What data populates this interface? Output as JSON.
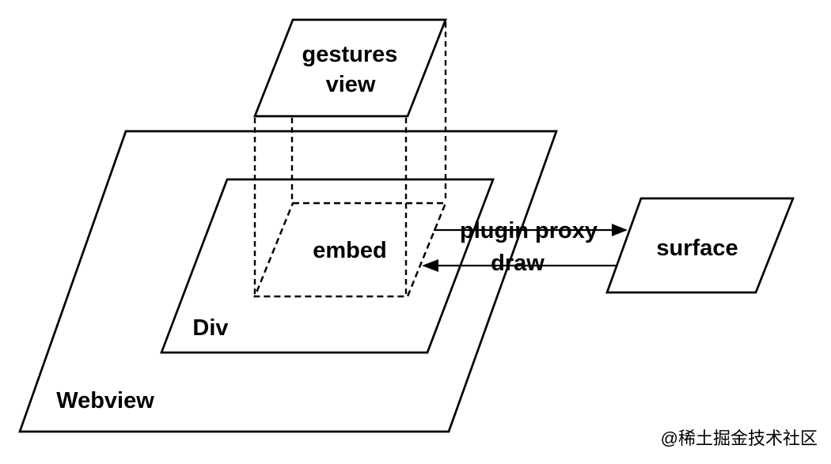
{
  "diagram": {
    "background_color": "#ffffff",
    "line_color": "#000000",
    "nodes": {
      "gestures_view": {
        "label_line1": "gestures",
        "label_line2": "view",
        "shape": "parallelogram",
        "border": "solid"
      },
      "webview": {
        "label": "Webview",
        "shape": "parallelogram",
        "border": "solid"
      },
      "div": {
        "label": "Div",
        "shape": "parallelogram",
        "border": "solid"
      },
      "embed": {
        "label": "embed",
        "shape": "parallelogram",
        "border": "dashed"
      },
      "surface": {
        "label": "surface",
        "shape": "parallelogram",
        "border": "solid"
      }
    },
    "arrows": {
      "plugin_proxy": {
        "label": "plugin proxy",
        "from": "embed",
        "to": "surface",
        "direction": "right"
      },
      "draw": {
        "label": "draw",
        "from": "surface",
        "to": "embed",
        "direction": "left"
      }
    },
    "watermark": {
      "text": "@稀土掘金技术社区",
      "color": "#c5c5c5"
    }
  }
}
